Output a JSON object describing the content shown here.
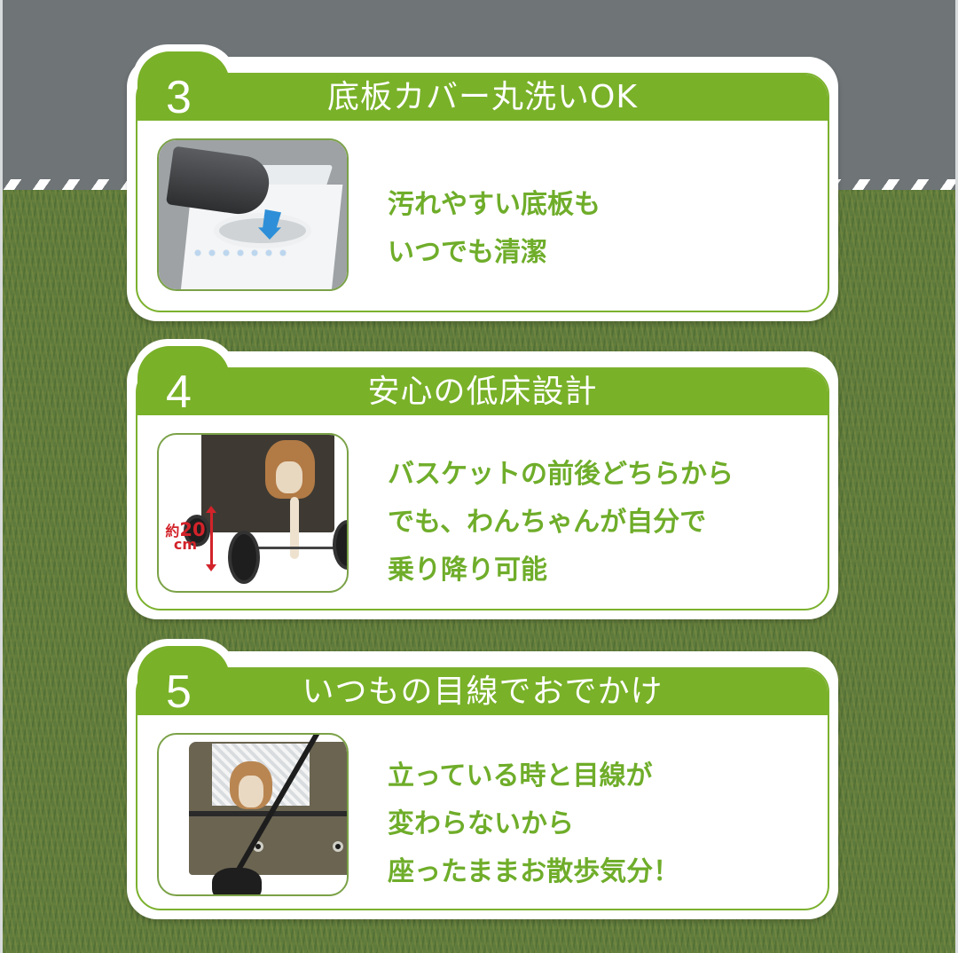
{
  "colors": {
    "header_green": "#79b128",
    "text_green": "#6fad2a",
    "border_green": "#7cb12e",
    "background_gray": "#6f7477",
    "background_grass": "#5e7b3d",
    "measure_red": "#d2232a"
  },
  "features": [
    {
      "number": "3",
      "title": "底板カバー丸洗いOK",
      "description": [
        "汚れやすい底板も",
        "いつでも清潔"
      ],
      "image": "washing-machine-illustration"
    },
    {
      "number": "4",
      "title": "安心の低床設計",
      "description": [
        "バスケットの前後どちらから",
        "でも、わんちゃんが自分で",
        "乗り降り可能"
      ],
      "image": "dog-exiting-stroller-photo",
      "measure": {
        "prefix": "約",
        "value": "20",
        "unit": "cm"
      }
    },
    {
      "number": "5",
      "title": "いつもの目線でおでかけ",
      "description": [
        "立っている時と目線が",
        "変わらないから",
        "座ったままお散歩気分！"
      ],
      "image": "dog-in-stroller-basket-photo"
    }
  ]
}
